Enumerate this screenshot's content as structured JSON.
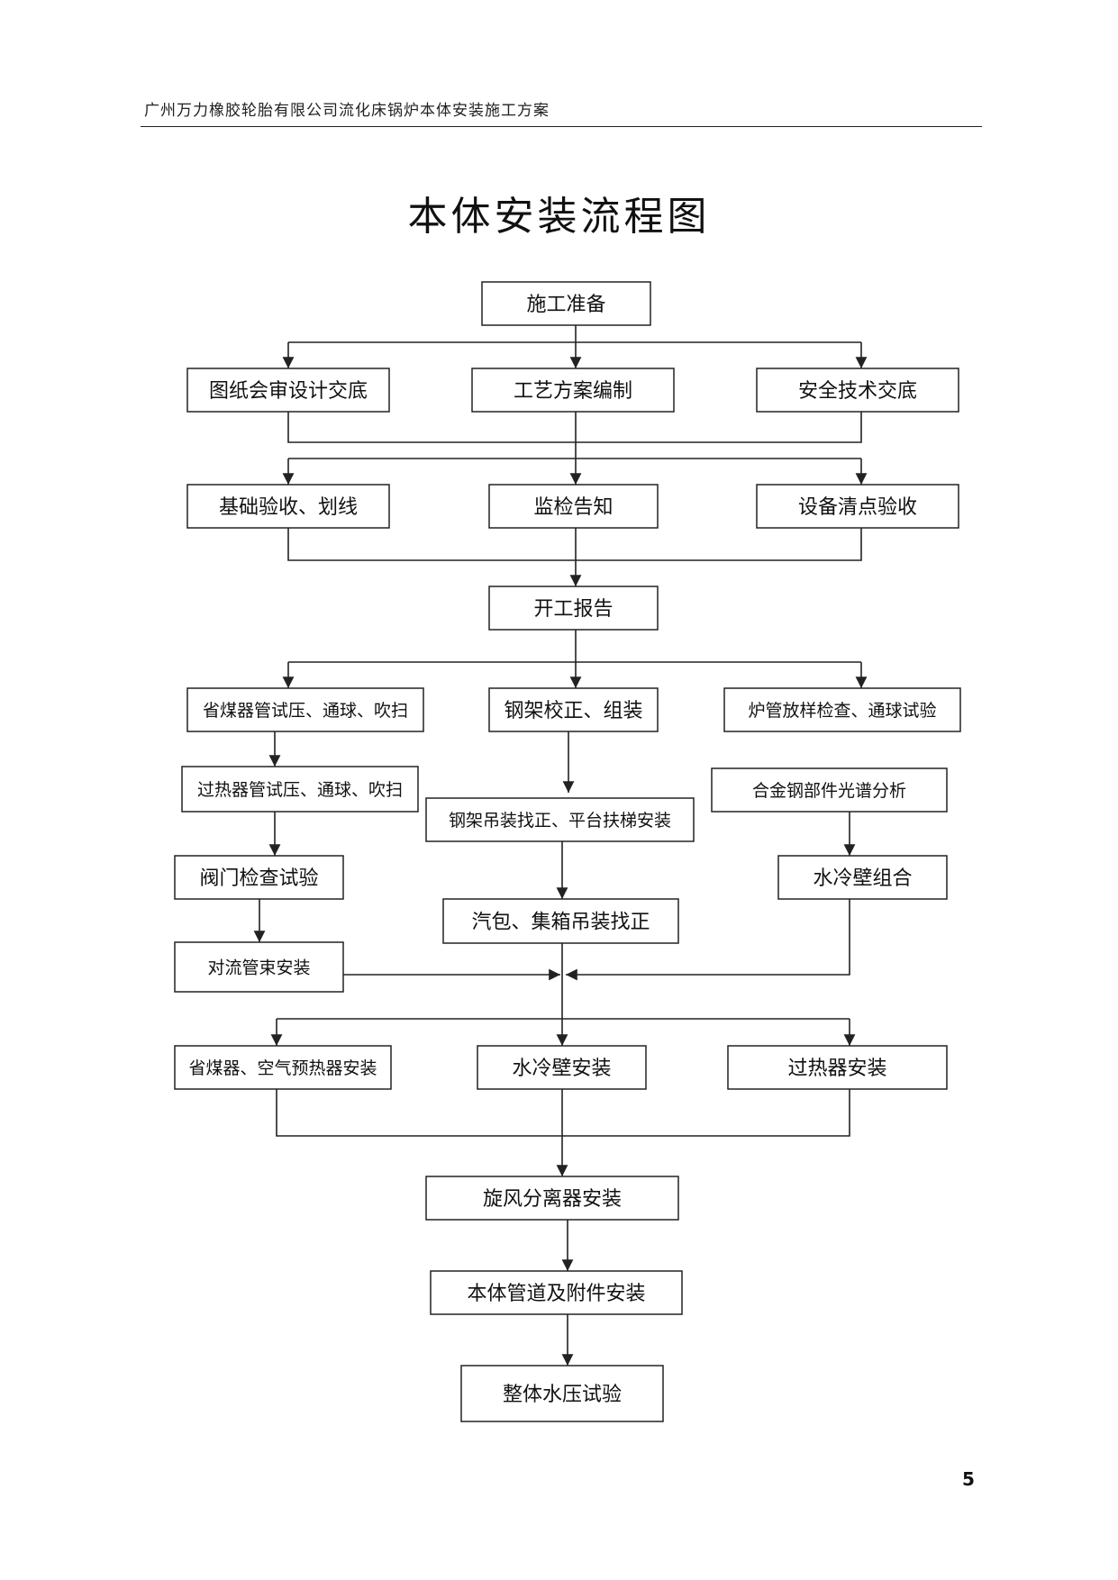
{
  "header": {
    "text": "广州万力橡胶轮胎有限公司流化床锅炉本体安装施工方案"
  },
  "title": "本体安装流程图",
  "page_number": "5",
  "flowchart": {
    "nodes": [
      {
        "id": "prep",
        "label": "施工准备"
      },
      {
        "id": "drawing_review",
        "label": "图纸会审设计交底"
      },
      {
        "id": "process_plan",
        "label": "工艺方案编制"
      },
      {
        "id": "safety_brief",
        "label": "安全技术交底"
      },
      {
        "id": "foundation",
        "label": "基础验收、划线"
      },
      {
        "id": "inspection_notice",
        "label": "监检告知"
      },
      {
        "id": "equipment_check",
        "label": "设备清点验收"
      },
      {
        "id": "start_report",
        "label": "开工报告"
      },
      {
        "id": "economizer_test",
        "label": "省煤器管试压、通球、吹扫"
      },
      {
        "id": "steel_frame_correct",
        "label": "钢架校正、组装"
      },
      {
        "id": "furnace_tube_check",
        "label": "炉管放样检查、通球试验"
      },
      {
        "id": "superheater_test",
        "label": "过热器管试压、通球、吹扫"
      },
      {
        "id": "steel_frame_hoist",
        "label": "钢架吊装找正、平台扶梯安装"
      },
      {
        "id": "alloy_analysis",
        "label": "合金钢部件光谱分析"
      },
      {
        "id": "valve_test",
        "label": "阀门检查试验"
      },
      {
        "id": "waterwall_assembly",
        "label": "水冷壁组合"
      },
      {
        "id": "drum_header",
        "label": "汽包、集箱吊装找正"
      },
      {
        "id": "convection_bank",
        "label": "对流管束安装"
      },
      {
        "id": "economizer_install",
        "label": "省煤器、空气预热器安装"
      },
      {
        "id": "waterwall_install",
        "label": "水冷壁安装"
      },
      {
        "id": "superheater_install",
        "label": "过热器安装"
      },
      {
        "id": "cyclone",
        "label": "旋风分离器安装"
      },
      {
        "id": "piping",
        "label": "本体管道及附件安装"
      },
      {
        "id": "hydro_test",
        "label": "整体水压试验"
      }
    ],
    "edges": [
      [
        "prep",
        "drawing_review"
      ],
      [
        "prep",
        "process_plan"
      ],
      [
        "prep",
        "safety_brief"
      ],
      [
        "drawing_review",
        "foundation"
      ],
      [
        "process_plan",
        "inspection_notice"
      ],
      [
        "safety_brief",
        "equipment_check"
      ],
      [
        "foundation",
        "start_report"
      ],
      [
        "inspection_notice",
        "start_report"
      ],
      [
        "equipment_check",
        "start_report"
      ],
      [
        "start_report",
        "economizer_test"
      ],
      [
        "start_report",
        "steel_frame_correct"
      ],
      [
        "start_report",
        "furnace_tube_check"
      ],
      [
        "economizer_test",
        "superheater_test"
      ],
      [
        "superheater_test",
        "valve_test"
      ],
      [
        "valve_test",
        "convection_bank"
      ],
      [
        "steel_frame_correct",
        "steel_frame_hoist"
      ],
      [
        "steel_frame_hoist",
        "drum_header"
      ],
      [
        "alloy_analysis",
        "waterwall_assembly"
      ],
      [
        "convection_bank",
        "waterwall_install"
      ],
      [
        "drum_header",
        "waterwall_install"
      ],
      [
        "waterwall_assembly",
        "waterwall_install"
      ],
      [
        "drum_header",
        "economizer_install"
      ],
      [
        "drum_header",
        "superheater_install"
      ],
      [
        "economizer_install",
        "cyclone"
      ],
      [
        "waterwall_install",
        "cyclone"
      ],
      [
        "superheater_install",
        "cyclone"
      ],
      [
        "cyclone",
        "piping"
      ],
      [
        "piping",
        "hydro_test"
      ]
    ]
  }
}
